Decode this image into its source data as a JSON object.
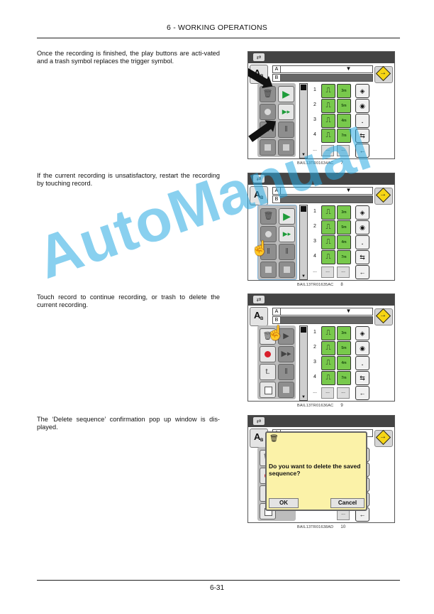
{
  "header": {
    "section": "6 - WORKING OPERATIONS"
  },
  "footer": {
    "page": "6-31"
  },
  "watermark": "AutoManual",
  "blocks": [
    {
      "text": "Once the recording is finished, the play buttons are acti-vated and a trash symbol replaces the trigger symbol.",
      "caption_code": "BAIL13TR01634AC",
      "caption_num": "7"
    },
    {
      "text": "If the current recording is unsatisfactory, restart the recording by touching record.",
      "caption_code": "BAIL13TR01635AC",
      "caption_num": "8"
    },
    {
      "text": "Touch record to continue recording, or trash to delete the current recording.",
      "caption_code": "BAIL13TR01636AC",
      "caption_num": "9"
    },
    {
      "text": "The ‘Delete sequence’ confirmation pop up window is dis-played.",
      "caption_code": "BAIL13TR01638AD",
      "caption_num": "10"
    }
  ],
  "screen": {
    "field_a": "A",
    "field_b": "B",
    "ab_letter": "A",
    "ab_sub": "B",
    "rows": [
      "1",
      "2",
      "3",
      "4",
      "..."
    ],
    "row_labels": [
      "3m",
      "5m",
      "4m",
      "7m"
    ],
    "dots": "...",
    "dialog": {
      "question": "Do you want to delete the saved sequence?",
      "ok": "OK",
      "cancel": "Cancel"
    }
  },
  "colors": {
    "accent_green": "#78c94c",
    "record_red": "#d8202c",
    "nav_yellow": "#f6d515",
    "dialog_bg": "#fbf2a8"
  }
}
